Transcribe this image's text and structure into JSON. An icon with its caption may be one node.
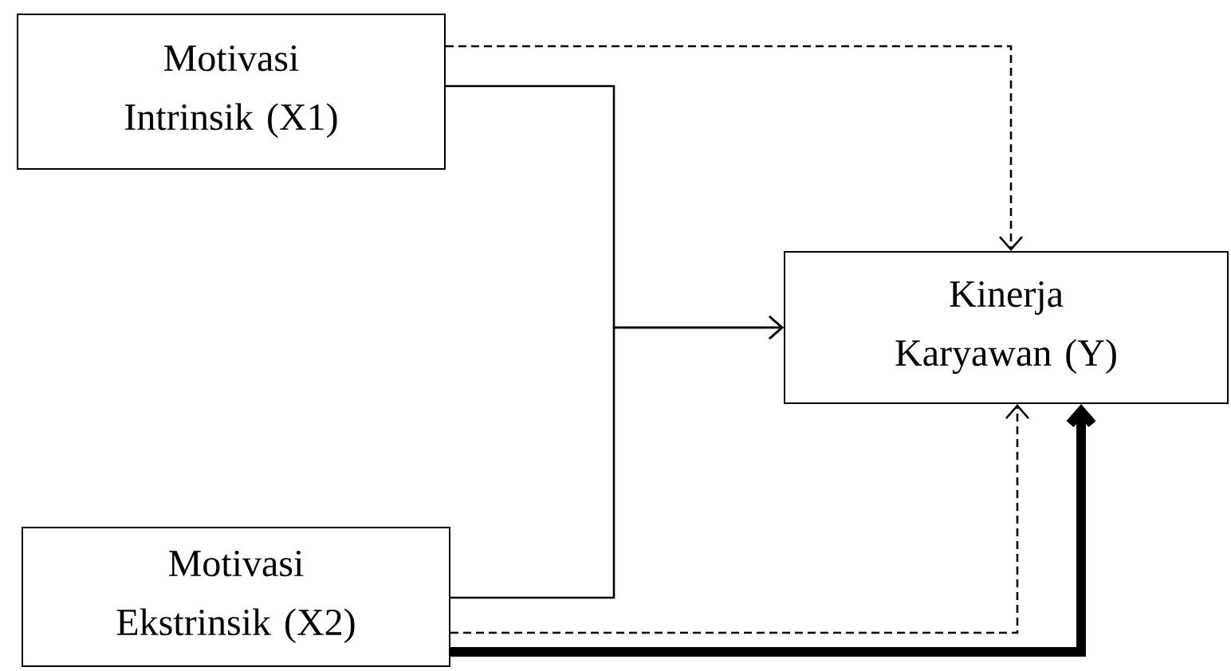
{
  "diagram": {
    "nodes": [
      {
        "text": [
          "Motivasi Intrinsik (X1)"
        ]
      },
      {
        "text": [
          "Kinerja Karyawan (Y)"
        ]
      },
      {
        "text": [
          "Motivasi Ekstrinsik (X2)"
        ]
      }
    ],
    "edges": [
      {
        "from": 0,
        "to": 1,
        "arrow": "to",
        "style": "dashed"
      },
      {
        "from": 0,
        "to": 1,
        "arrow": "to"
      },
      {
        "from": 2,
        "to": 1,
        "arrow": "to"
      },
      {
        "from": 2,
        "to": 1,
        "arrow": "to",
        "style": "dashed"
      },
      {
        "from": 2,
        "to": 1,
        "arrow": "to",
        "style": "thick"
      }
    ]
  }
}
